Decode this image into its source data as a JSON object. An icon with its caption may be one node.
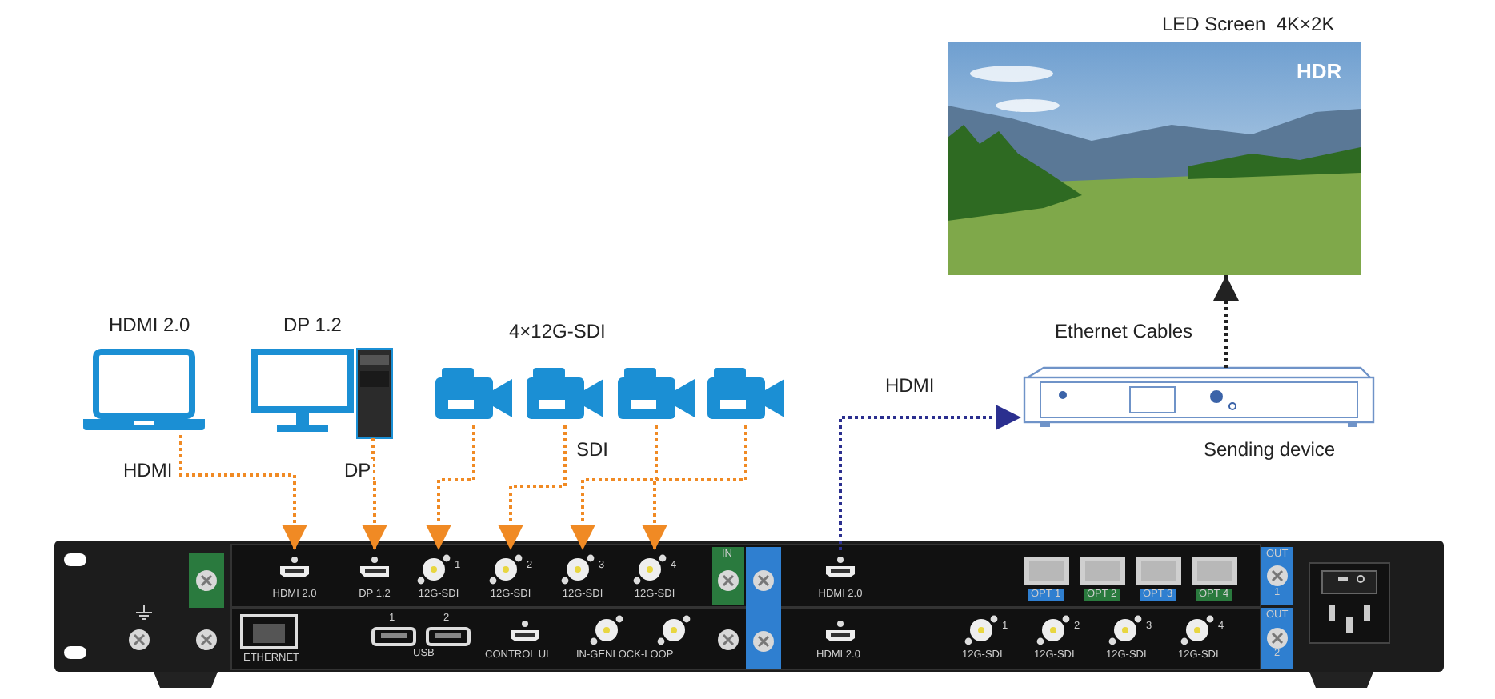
{
  "diagram": {
    "nodes": [
      {
        "text": [
          "HDMI 2.0"
        ]
      },
      {
        "text": [
          "DP 1.2"
        ]
      },
      {
        "text": [],
        "shape": "picture"
      },
      {
        "text": [],
        "shape": "picture"
      },
      {
        "text": [],
        "shape": "picture"
      },
      {
        "text": [],
        "shape": "picture"
      },
      {
        "text": [
          "LED Screen  4K×2K",
          "HDR"
        ]
      },
      {
        "text": [
          "Sending device"
        ]
      },
      {
        "text": [],
        "shape": "picture"
      },
      {
        "text": [
          "HDMI 2.0"
        ],
        "in": 8
      },
      {
        "text": [
          "DP 1.2"
        ],
        "in": 8
      },
      {
        "text": [
          "12G-SDI"
        ],
        "beside": [
          "1"
        ],
        "in": 8
      },
      {
        "text": [
          "12G-SDI"
        ],
        "beside": [
          "2"
        ],
        "in": 8
      },
      {
        "text": [
          "12G-SDI"
        ],
        "beside": [
          "3"
        ],
        "in": 8
      },
      {
        "text": [
          "12G-SDI"
        ],
        "beside": [
          "4"
        ],
        "in": 8
      },
      {
        "text": [
          "HDMI 2.0"
        ],
        "in": 8
      }
    ],
    "edges": [
      {
        "from": 0,
        "to": 9,
        "arrow": "to",
        "label": "HDMI",
        "style": "dashed"
      },
      {
        "from": 1,
        "to": 10,
        "arrow": "to",
        "label": "DP",
        "style": "dashed"
      },
      {
        "from": 2,
        "to": 11,
        "arrow": "to",
        "style": "dashed"
      },
      {
        "from": 3,
        "to": 12,
        "arrow": "to",
        "style": "dashed"
      },
      {
        "from": 4,
        "to": 13,
        "arrow": "to",
        "style": "dashed"
      },
      {
        "from": 5,
        "to": 14,
        "arrow": "to",
        "style": "dashed"
      },
      {
        "from": 15,
        "to": 7,
        "arrow": "to",
        "label": "HDMI",
        "style": "dashed",
        "color": "#2b2f8f"
      },
      {
        "from": 7,
        "to": 6,
        "arrow": "to",
        "label": "Ethernet Cables",
        "style": "dashed",
        "color": "#222222"
      }
    ],
    "labels": [
      "4×12G-SDI",
      "SDI",
      "IN",
      "OPT 1",
      "OPT 2",
      "OPT 3",
      "OPT 4",
      "OUT",
      "1",
      "ETHERNET",
      "1",
      "2",
      "USB",
      "CONTROL UI",
      "IN-GENLOCK-LOOP",
      "HDMI 2.0",
      "12G-SDI",
      "1",
      "12G-SDI",
      "2",
      "12G-SDI",
      "3",
      "12G-SDI",
      "4",
      "OUT",
      "2"
    ]
  }
}
